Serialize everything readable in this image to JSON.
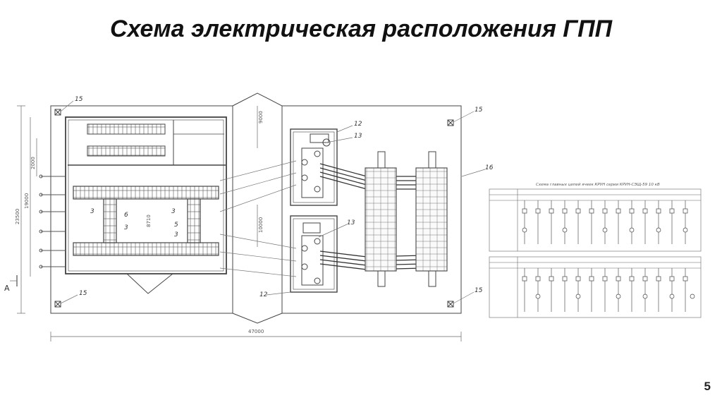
{
  "slide": {
    "title": "Схема электрическая расположения ГПП",
    "page_number": "5"
  },
  "drawing": {
    "callouts": {
      "c15_top_left": "15",
      "c15_top_right": "15",
      "c15_bottom_left": "15",
      "c15_bottom_right": "15",
      "c16": "16",
      "c12_top": "12",
      "c13_top": "13",
      "c13_bottom": "13",
      "c12_bottom": "12",
      "c3_a": "3",
      "c6": "6",
      "c3_b": "3",
      "c5": "5",
      "c3_c": "3",
      "c3_d": "3"
    },
    "dimensions": {
      "overall_width": "47000",
      "overall_height": "23500",
      "left_inner": "19000",
      "left_upper": "2000",
      "mid_upper": "9000",
      "mid_lower": "10000",
      "room": "8710"
    },
    "section_marker": "A",
    "schematic_title": "Схема главных цепей ячеек КРУН серии КРУН-СЭЩ-59 10 кВ"
  }
}
